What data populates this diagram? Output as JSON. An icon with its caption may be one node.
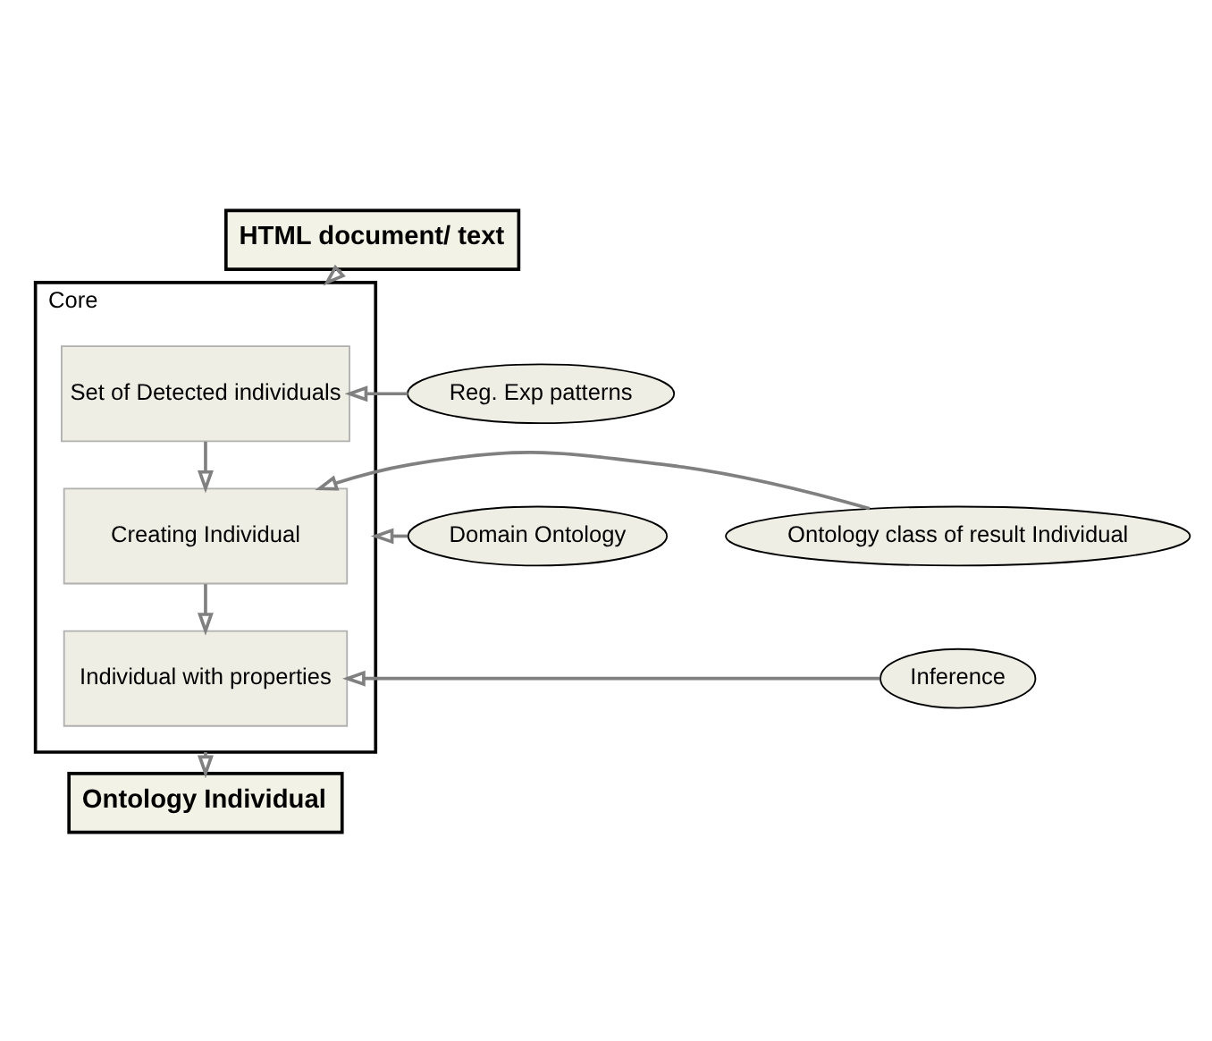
{
  "diagram": {
    "nodes": [
      {
        "text": [
          "HTML document/ text"
        ]
      },
      {
        "text": [
          "Core"
        ]
      },
      {
        "text": [
          "Set of Detected individuals"
        ],
        "in": 1
      },
      {
        "text": [
          "Creating Individual"
        ],
        "in": 1
      },
      {
        "text": [
          "Individual with properties"
        ],
        "in": 1
      },
      {
        "text": [
          "Reg. Exp patterns"
        ]
      },
      {
        "text": [
          "Domain Ontology"
        ]
      },
      {
        "text": [
          "Ontology class of result Individual"
        ]
      },
      {
        "text": [
          "Inference"
        ]
      },
      {
        "text": [
          "Ontology Individual"
        ]
      }
    ],
    "edges": [
      {
        "from": 0,
        "to": 1,
        "arrow": "to"
      },
      {
        "from": 5,
        "to": 2,
        "arrow": "to"
      },
      {
        "from": 2,
        "to": 3,
        "arrow": "to"
      },
      {
        "from": 6,
        "to": 1,
        "arrow": "to"
      },
      {
        "from": 7,
        "to": 3,
        "arrow": "to"
      },
      {
        "from": 3,
        "to": 4,
        "arrow": "to"
      },
      {
        "from": 8,
        "to": 4,
        "arrow": "to"
      },
      {
        "from": 1,
        "to": 9,
        "arrow": "to"
      }
    ]
  }
}
